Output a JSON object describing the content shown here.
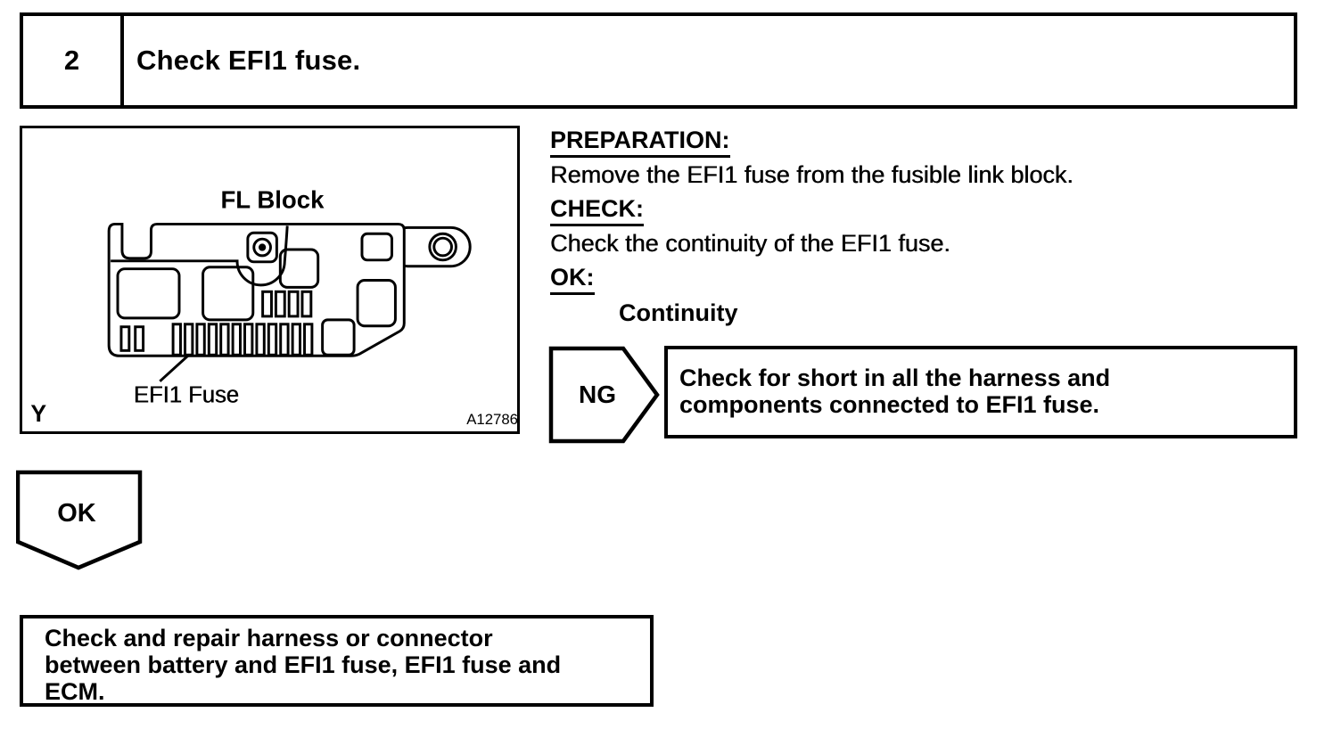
{
  "page": {
    "background_color": "#ffffff",
    "ink_color": "#000000"
  },
  "step_header": {
    "number": "2",
    "title": "Check EFI1 fuse."
  },
  "figure": {
    "title": "FL Block",
    "part_label": "EFI1 Fuse",
    "corner_letter": "Y",
    "figure_code": "A12786"
  },
  "procedure": {
    "sections": [
      {
        "heading": "PREPARATION:",
        "body": "Remove the EFI1 fuse from the fusible link block."
      },
      {
        "heading": "CHECK:",
        "body": "Check the continuity of the EFI1 fuse."
      },
      {
        "heading": "OK:",
        "body": "Continuity"
      }
    ]
  },
  "ng_branch": {
    "label": "NG",
    "action_line1": "Check for short in all the harness and",
    "action_line2": "components connected to EFI1 fuse."
  },
  "ok_branch": {
    "label": "OK"
  },
  "result_box": {
    "line1": "Check and repair harness or connector",
    "line2": "between battery and EFI1 fuse, EFI1 fuse and",
    "line3": "ECM."
  }
}
